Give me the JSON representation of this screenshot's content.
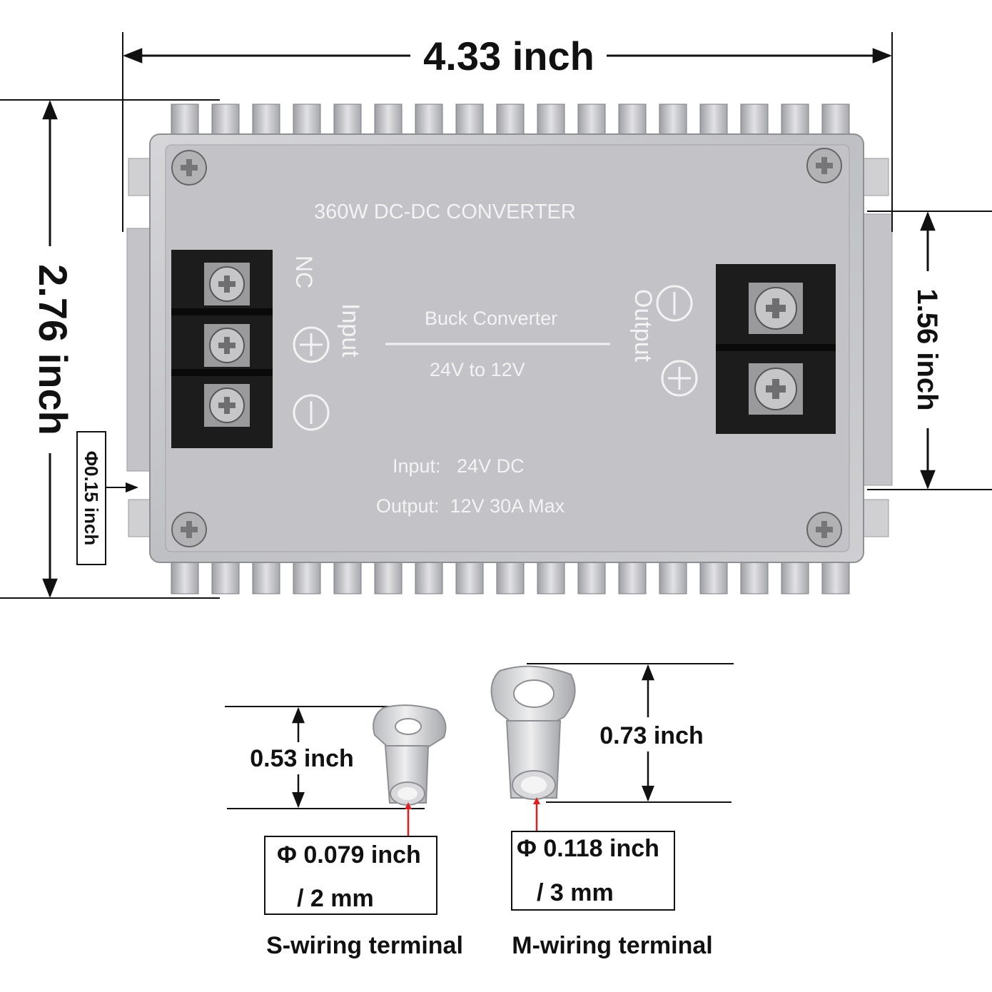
{
  "dimensions": {
    "width": "4.33 inch",
    "height": "2.76 inch",
    "terminal_spacing": "1.56 inch",
    "mount_hole": "Φ0.15 inch"
  },
  "plate": {
    "title": "360W DC-DC CONVERTER",
    "type": "Buck Converter",
    "conversion": "24V to 12V",
    "input_spec": "Input:   24V DC",
    "output_spec": "Output:  12V 30A Max",
    "left_labels": {
      "nc": "NC",
      "input": "Input"
    },
    "right_labels": {
      "output": "Output"
    }
  },
  "terminals": [
    {
      "height": "0.53 inch",
      "hole_line1": "Φ 0.079 inch",
      "hole_line2": "/ 2 mm",
      "name": "S-wiring terminal"
    },
    {
      "height": "0.73 inch",
      "hole_line1": "Φ 0.118 inch",
      "hole_line2": "/ 3 mm",
      "name": "M-wiring terminal"
    }
  ],
  "colors": {
    "housing": "#c9c9cc",
    "plate": "#bdbdc1",
    "terminal_block": "#1a1a1a",
    "indicator": "#e02020"
  }
}
